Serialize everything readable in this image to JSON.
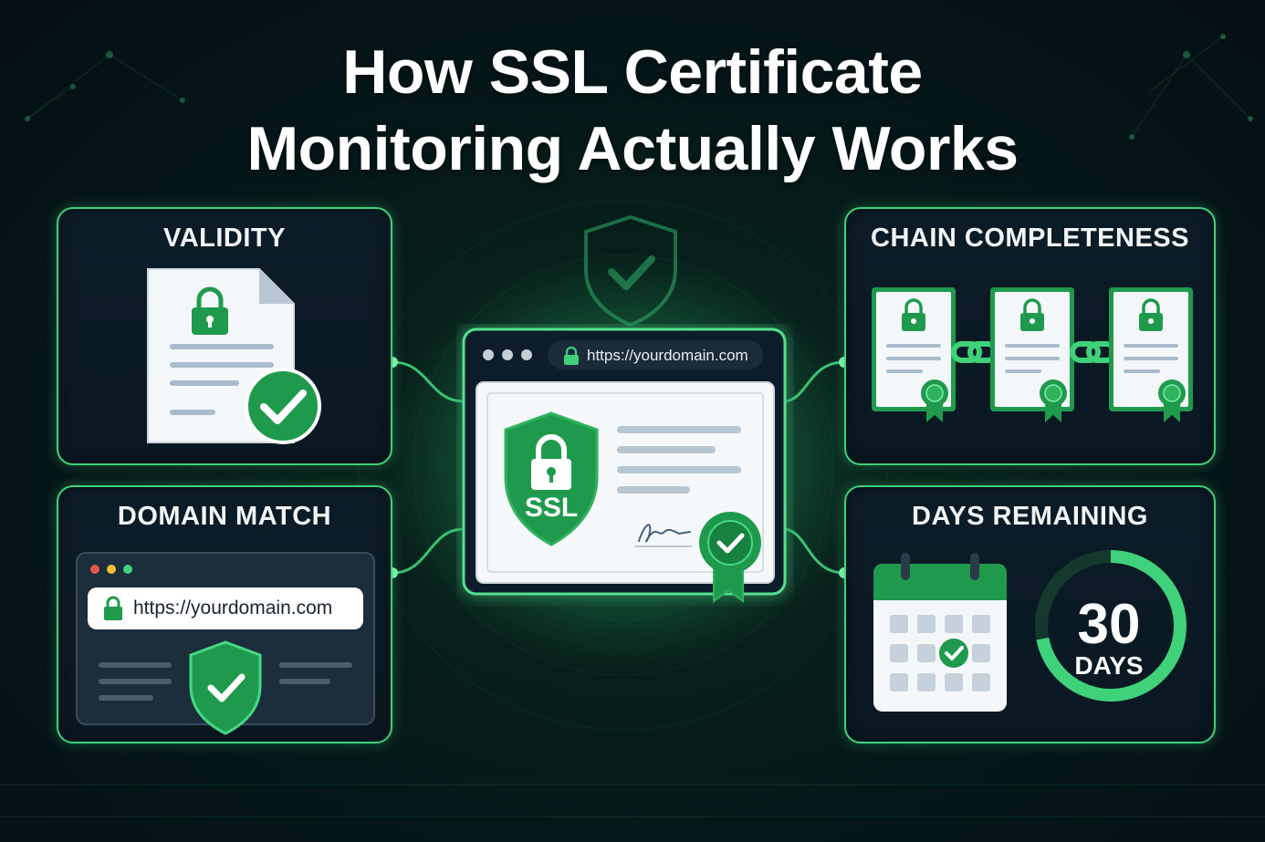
{
  "title": {
    "line1": "How SSL Certificate",
    "line2": "Monitoring Actually Works"
  },
  "center": {
    "url": "https://yourdomain.com",
    "badge": "SSL",
    "icons": [
      "shield-check-icon",
      "lock-icon",
      "seal-icon",
      "signature"
    ]
  },
  "panels": {
    "validity": {
      "title": "VALIDITY",
      "icons": [
        "document-icon",
        "lock-icon",
        "check-circle-icon"
      ]
    },
    "domain": {
      "title": "DOMAIN MATCH",
      "url": "https://yourdomain.com",
      "icons": [
        "browser-icon",
        "lock-icon",
        "shield-check-icon"
      ]
    },
    "chain": {
      "title": "CHAIN COMPLETENESS",
      "icons": [
        "certificate-icon",
        "chain-link-icon",
        "certificate-icon",
        "chain-link-icon",
        "certificate-icon"
      ]
    },
    "days": {
      "title": "DAYS REMAINING",
      "number": "30",
      "unit": "DAYS",
      "progress": 0.72,
      "icons": [
        "calendar-icon",
        "check-circle-icon"
      ]
    }
  },
  "colors": {
    "accent": "#3fd27a",
    "accent_dark": "#1f9a4d",
    "background": "#051719"
  }
}
